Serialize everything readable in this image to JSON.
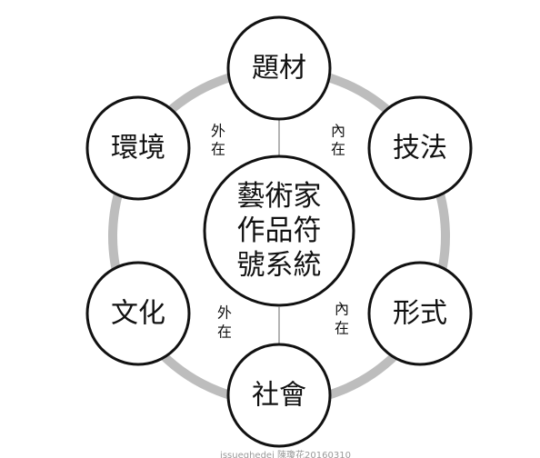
{
  "center": {
    "lines": [
      "藝術家",
      "作品符",
      "號系統"
    ]
  },
  "nodes": [
    {
      "id": "subject",
      "label": "題材"
    },
    {
      "id": "technique",
      "label": "技法"
    },
    {
      "id": "form",
      "label": "形式"
    },
    {
      "id": "society",
      "label": "社會"
    },
    {
      "id": "culture",
      "label": "文化"
    },
    {
      "id": "environment",
      "label": "環境"
    }
  ],
  "relations": {
    "upper_left": [
      "外",
      "在"
    ],
    "upper_right": [
      "內",
      "在"
    ],
    "lower_left": [
      "外",
      "在"
    ],
    "lower_right": [
      "內",
      "在"
    ]
  },
  "credit": "issueghedei 陳瓊花20160310",
  "colors": {
    "ring": "#bdbdbd",
    "stroke": "#111111",
    "divider": "#9a9a9a",
    "credit": "#9a9a9a"
  }
}
